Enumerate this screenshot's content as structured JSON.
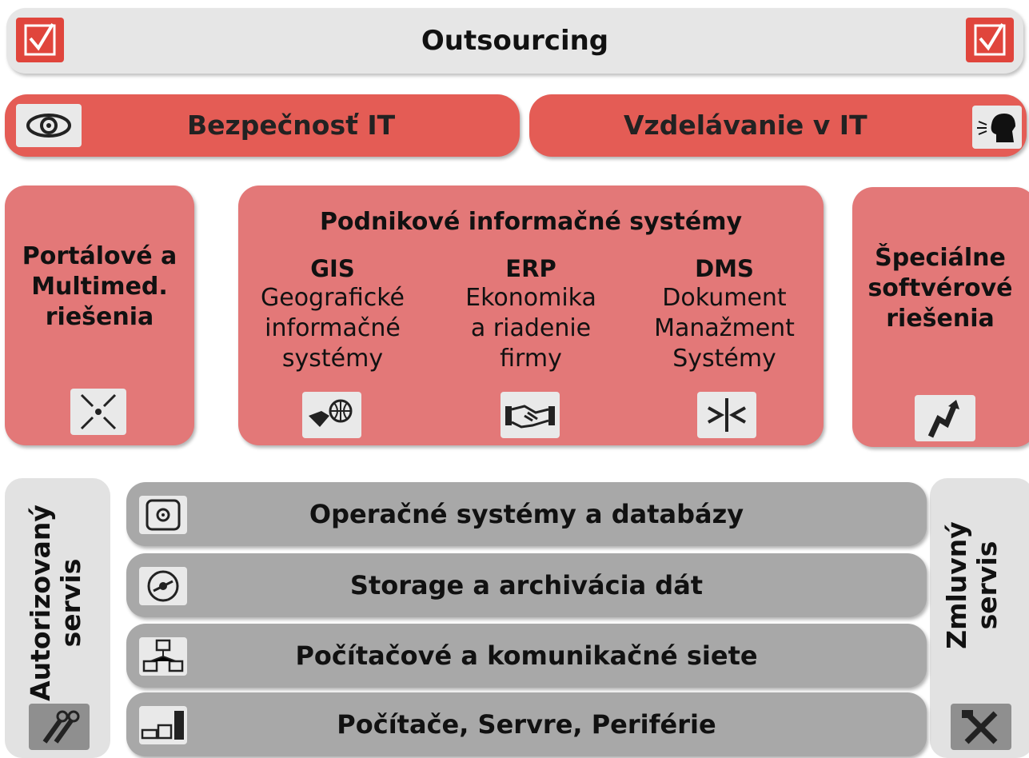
{
  "top": {
    "title": "Outsourcing"
  },
  "security": {
    "label": "Bezpečnosť IT"
  },
  "education": {
    "label": "Vzdelávanie v IT"
  },
  "portal": {
    "line1": "Portálové a",
    "line2": "Multimed.",
    "line3": "riešenia"
  },
  "enterprise": {
    "title": "Podnikové informačné systémy",
    "columns": [
      {
        "abbr": "GIS",
        "line1": "Geografické",
        "line2": "informačné",
        "line3": "systémy"
      },
      {
        "abbr": "ERP",
        "line1": "Ekonomika",
        "line2": "a riadenie",
        "line3": "firmy"
      },
      {
        "abbr": "DMS",
        "line1": "Dokument",
        "line2": "Manažment",
        "line3": "Systémy"
      }
    ]
  },
  "special": {
    "line1": "Špeciálne",
    "line2": "softvérové",
    "line3": "riešenia"
  },
  "left_side": {
    "line1": "Autorizovaný",
    "line2": "servis"
  },
  "right_side": {
    "line1": "Zmluvný",
    "line2": "servis"
  },
  "layers": [
    {
      "label": "Operačné systémy a databázy"
    },
    {
      "label": "Storage a archivácia dát"
    },
    {
      "label": "Počítačové a komunikačné siete"
    },
    {
      "label": "Počítače, Servre, Periférie"
    }
  ],
  "colors": {
    "red": "#e45c55",
    "pink": "#e37878",
    "gray": "#a8a8a8",
    "light": "#e6e6e6"
  },
  "icons": [
    "checkbox-icon",
    "eye-icon",
    "speaking-head-icon",
    "arrows-converge-icon",
    "map-globe-icon",
    "handshake-icon",
    "arrows-exchange-icon",
    "growth-arrow-icon",
    "gears-cycle-icon",
    "disc-icon",
    "network-icon",
    "computer-server-icon",
    "wrench-icon",
    "tools-icon"
  ]
}
